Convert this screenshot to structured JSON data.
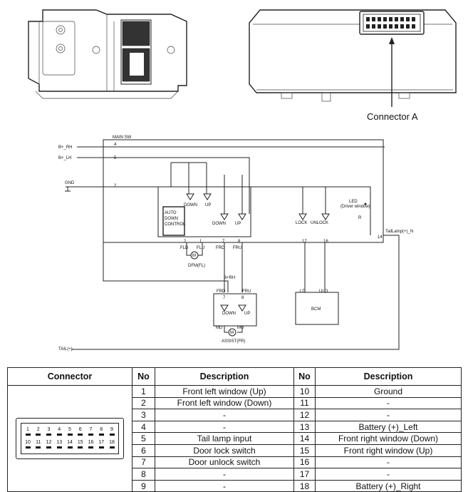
{
  "callout": {
    "connector_a": "Connector A"
  },
  "schematic": {
    "main_sw": "MAIN SW",
    "b_rh": "B+_RH",
    "b_lh": "B+_LH",
    "gnd": "GND",
    "pin4": "4",
    "pin5": "5",
    "pin2": "2",
    "down": "DOWN",
    "up": "UP",
    "auto": "AUTO",
    "auto_down": "DOWN",
    "control": "CONTROL",
    "lock": "LOCK",
    "unlock": "UNLOCK",
    "led": "LED",
    "led_sub": "(Driver window)",
    "r": "R",
    "taillamp": "TailLamp(+)_N",
    "pin14": "14",
    "pin1": "1",
    "pin2b": "2",
    "pin7": "7",
    "pin8": "8",
    "pin17": "17",
    "pin16": "16",
    "flu": "FLU",
    "fld": "FLD",
    "frd": "FRD",
    "fru": "FRU",
    "dfm": "DFM(FL)",
    "b_rh2": "B+RH",
    "frd2": "FRD",
    "fru2": "FRU",
    "pin7b": "7",
    "pin8b": "8",
    "down2": "DOWN",
    "up2": "UP",
    "md": "MD",
    "mu": "MU",
    "assist": "ASSIST(FR)",
    "ld": "LD",
    "ulo": "ULO",
    "bcm": "BCM",
    "tail": "TAIL(+)"
  },
  "table": {
    "headers": [
      "Connector",
      "No",
      "Description",
      "No",
      "Description"
    ],
    "connector_pins_top": [
      "1",
      "2",
      "3",
      "4",
      "5",
      "6",
      "7",
      "8",
      "9"
    ],
    "connector_pins_bottom": [
      "10",
      "11",
      "12",
      "13",
      "14",
      "15",
      "16",
      "17",
      "18"
    ],
    "rows": [
      {
        "no1": "1",
        "desc1": "Front left window (Up)",
        "no2": "10",
        "desc2": "Ground"
      },
      {
        "no1": "2",
        "desc1": "Front left window (Down)",
        "no2": "11",
        "desc2": "-"
      },
      {
        "no1": "3",
        "desc1": "-",
        "no2": "12",
        "desc2": "-"
      },
      {
        "no1": "4",
        "desc1": "-",
        "no2": "13",
        "desc2": "Battery (+)_Left"
      },
      {
        "no1": "5",
        "desc1": "Tail lamp input",
        "no2": "14",
        "desc2": "Front right window (Down)"
      },
      {
        "no1": "6",
        "desc1": "Door lock switch",
        "no2": "15",
        "desc2": "Front right window (Up)"
      },
      {
        "no1": "7",
        "desc1": "Door unlock switch",
        "no2": "16",
        "desc2": "-"
      },
      {
        "no1": "8",
        "desc1": "-",
        "no2": "17",
        "desc2": "-"
      },
      {
        "no1": "9",
        "desc1": "-",
        "no2": "18",
        "desc2": "Battery (+)_Right"
      }
    ]
  }
}
